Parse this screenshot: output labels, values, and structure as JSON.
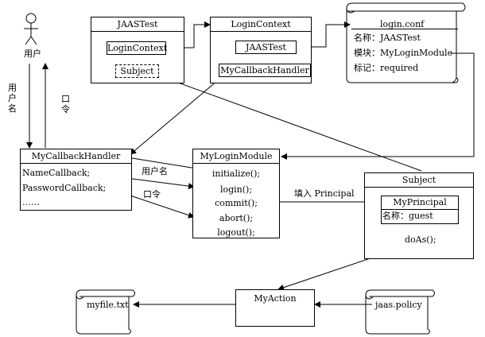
{
  "user": {
    "label": "用户"
  },
  "arrows": {
    "username_vertical": "用户名",
    "password_vertical": "口令",
    "username": "用户名",
    "password": "口令",
    "fill_principal": "填入 Principal"
  },
  "jaastest": {
    "title": "JAASTest",
    "login_context": "LoginContext",
    "subject": "Subject"
  },
  "logincontext": {
    "title": "LoginContext",
    "jaastest": "JAASTest",
    "handler": "MyCallbackHandler"
  },
  "loginconf": {
    "title": "login.conf",
    "lines": [
      "名称：JAASTest",
      "模块：MyLoginModule",
      "标记：required"
    ]
  },
  "callbackhandler": {
    "title": "MyCallbackHandler",
    "lines": [
      "NameCallback;",
      "PasswordCallback;",
      "……"
    ]
  },
  "loginmodule": {
    "title": "MyLoginModule",
    "methods": [
      "initialize();",
      "login();",
      "commit();",
      "abort();",
      "logout();"
    ]
  },
  "subject": {
    "title": "Subject",
    "principal_title": "MyPrincipal",
    "principal_name": "名称：guest",
    "method": "doAs();"
  },
  "myaction": {
    "label": "MyAction"
  },
  "myfile": {
    "label": "myfile.txt"
  },
  "jaaspolicy": {
    "label": "jaas.policy"
  }
}
